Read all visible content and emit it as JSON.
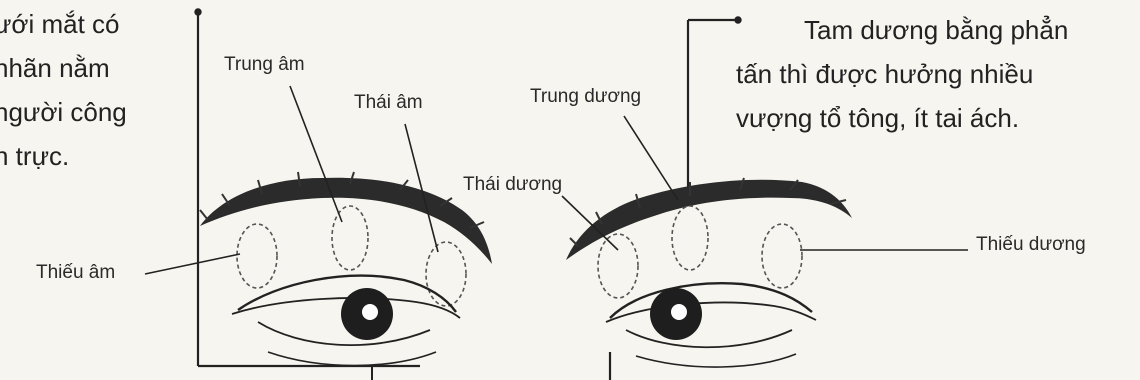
{
  "left_text": {
    "lines": [
      "ưới mắt có",
      "nhãn nằm",
      "người công",
      "n trực."
    ]
  },
  "right_text": {
    "lines": [
      "Tam dương bằng phẳn",
      "tấn thì được hưởng nhiều",
      "vượng tổ tông, ít tai ách."
    ]
  },
  "labels": {
    "trung_am": "Trung âm",
    "thai_am": "Thái âm",
    "thieu_am": "Thiếu âm",
    "trung_duong": "Trung dương",
    "thai_duong": "Thái dương",
    "thieu_duong": "Thiếu dương"
  }
}
